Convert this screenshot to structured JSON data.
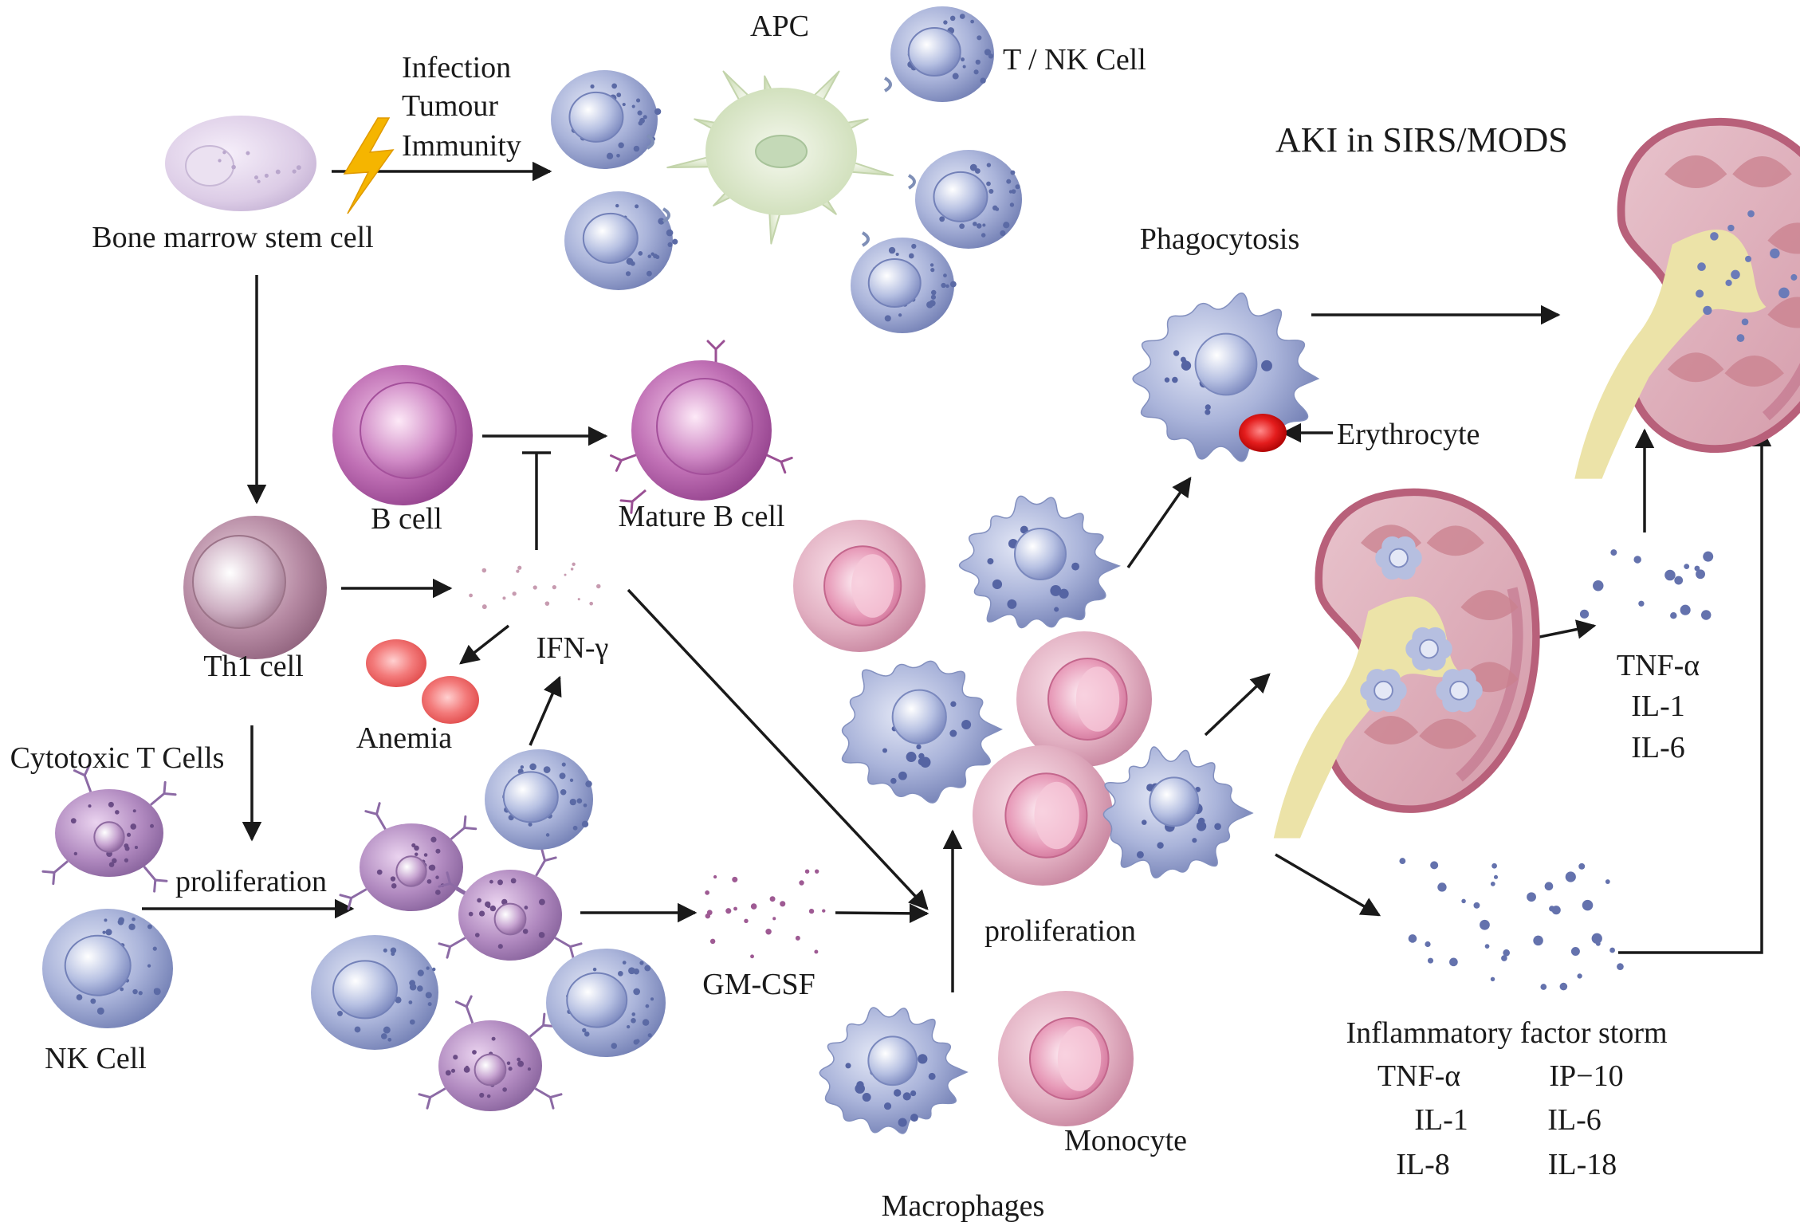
{
  "title": "AKI in SIRS/MODS",
  "labels": {
    "bone_marrow": "Bone marrow stem cell",
    "triggers": [
      "Infection",
      "Tumour",
      "Immunity"
    ],
    "apc": "APC",
    "t_nk": "T / NK Cell",
    "phagocytosis": "Phagocytosis",
    "erythrocyte": "Erythrocyte",
    "b_cell": "B cell",
    "mature_b": "Mature B cell",
    "th1": "Th1 cell",
    "ifn": "IFN-γ",
    "anemia": "Anemia",
    "cytotoxic": "Cytotoxic T Cells",
    "nk": "NK Cell",
    "proliferation_left": "proliferation",
    "gm_csf": "GM-CSF",
    "proliferation_right": "proliferation",
    "macrophages": "Macrophages",
    "monocyte": "Monocyte",
    "cytokines_right": [
      "TNF-α",
      "IL-1",
      "IL-6"
    ],
    "storm_title": "Inflammatory factor storm",
    "storm_left": [
      "TNF-α",
      "IL-1",
      "IL-8"
    ],
    "storm_right": [
      "IP−10",
      "IL-6",
      "IL-18"
    ]
  },
  "colors": {
    "arrow": "#1a1a1a",
    "blue_cell": "#8d99c4",
    "purple_cell": "#9a68a6",
    "b_cell": "#b45ca6",
    "pink_cell": "#dba0b5",
    "apc": "#d8e5c6",
    "kidney": "#c06a82",
    "kidney_medulla": "#ece3a8",
    "erythrocyte": "#e41d1d",
    "anemia": "#f36b6b",
    "lightning": "#f5b500"
  },
  "icons": {
    "trigger": "lightning-bolt-icon"
  }
}
